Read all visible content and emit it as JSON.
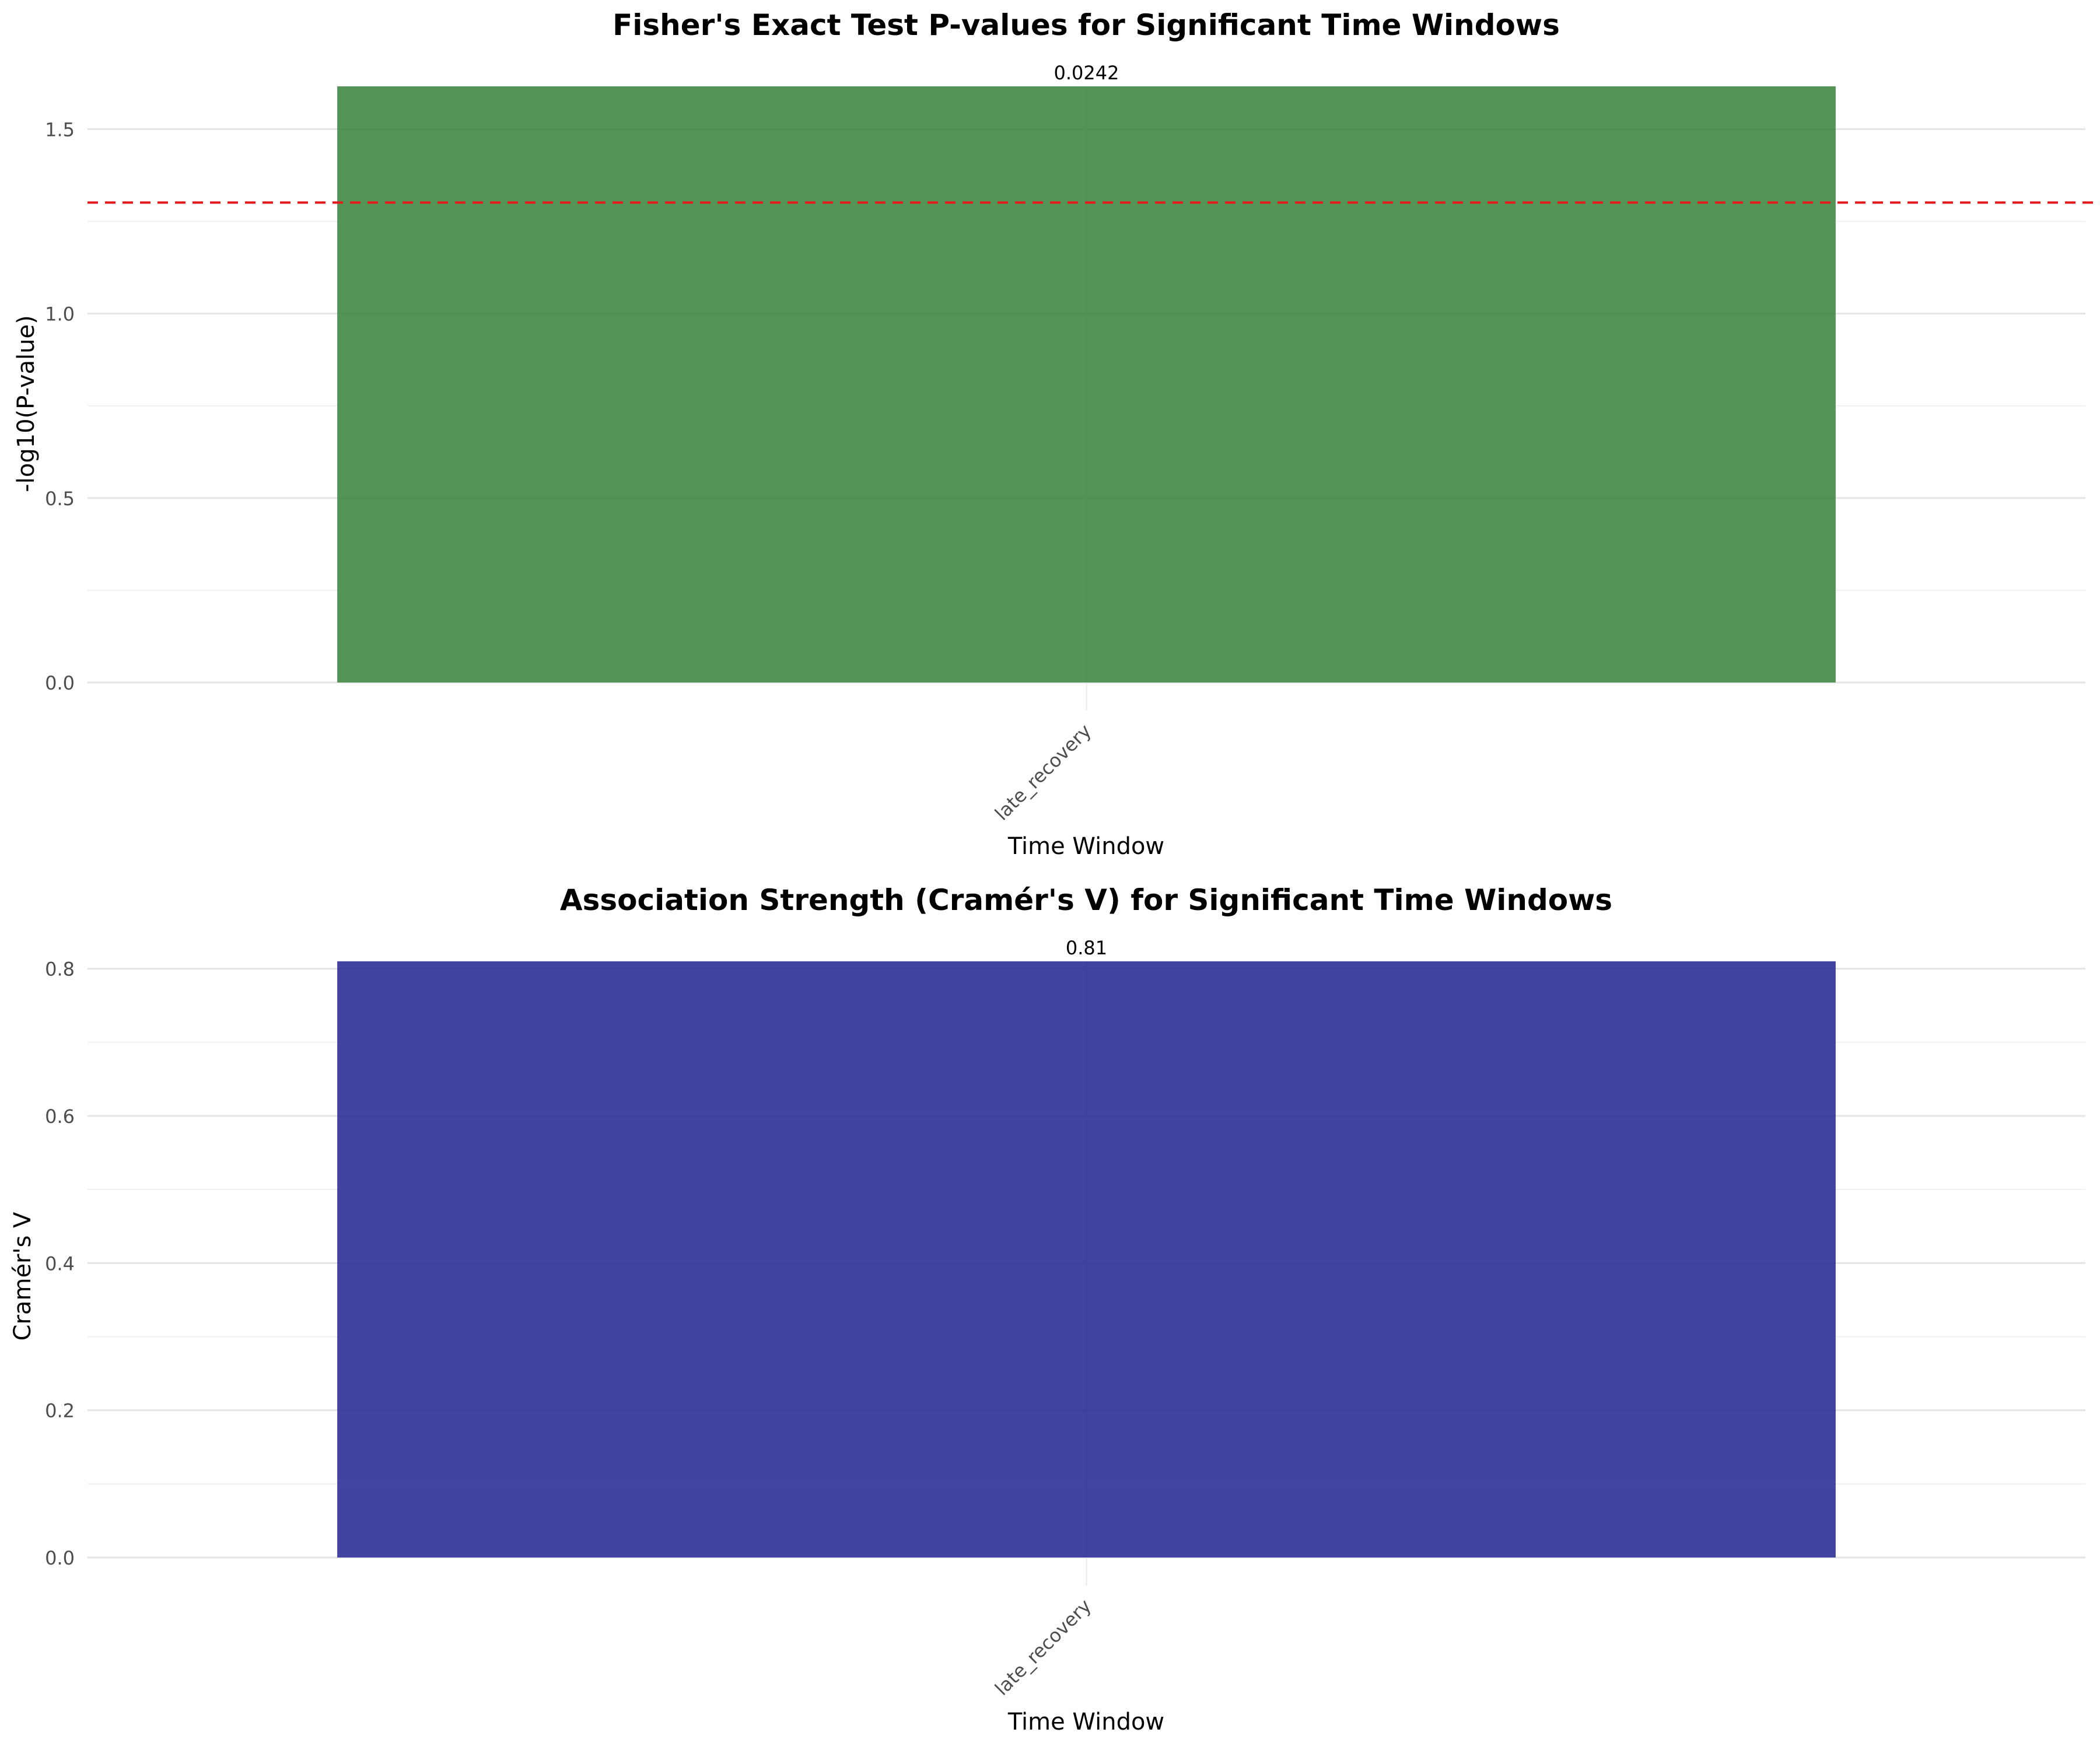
{
  "chart_data": [
    {
      "type": "bar",
      "title": "Fisher's Exact Test P-values for Significant Time Windows",
      "xlabel": "Time Window",
      "ylabel": "-log10(P-value)",
      "categories": [
        "late_recovery"
      ],
      "values": [
        1.616
      ],
      "data_labels": [
        "0.0242"
      ],
      "ylim": [
        0,
        1.616
      ],
      "yticks": [
        0.0,
        0.5,
        1.0,
        1.5
      ],
      "ytick_labels": [
        "0.0",
        "0.5",
        "1.0",
        "1.5"
      ],
      "bar_color": "#2e7d32",
      "reference_line": {
        "y": 1.301,
        "color": "#e41a1c",
        "style": "dashed"
      },
      "grid": true
    },
    {
      "type": "bar",
      "title": "Association Strength (Cramér's V) for Significant Time Windows",
      "xlabel": "Time Window",
      "ylabel": "Cramér's V",
      "categories": [
        "late_recovery"
      ],
      "values": [
        0.81
      ],
      "data_labels": [
        "0.81"
      ],
      "ylim": [
        0,
        0.81
      ],
      "yticks": [
        0.0,
        0.2,
        0.4,
        0.6,
        0.8
      ],
      "ytick_labels": [
        "0.0",
        "0.2",
        "0.4",
        "0.6",
        "0.8"
      ],
      "bar_color": "#1a1a8c",
      "grid": true
    }
  ]
}
